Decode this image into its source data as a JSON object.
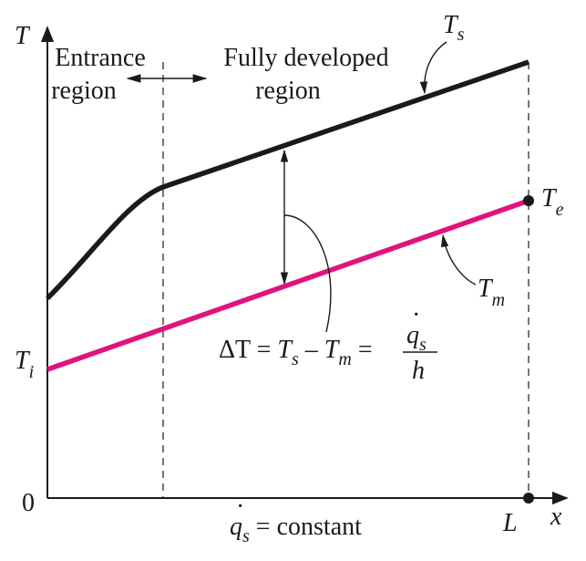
{
  "axes": {
    "y_label": "T",
    "x_label": "x",
    "origin_label": "0",
    "x_end_label": "L"
  },
  "regions": {
    "entrance_line1": "Entrance",
    "entrance_line2": "region",
    "developed_line1": "Fully developed",
    "developed_line2": "region"
  },
  "curves": {
    "surface": {
      "symbol": "T",
      "subscript": "s",
      "color": "#1a1a1a"
    },
    "mean": {
      "symbol": "T",
      "subscript": "m",
      "color": "#e0137d"
    }
  },
  "points": {
    "inlet": {
      "symbol": "T",
      "subscript": "i"
    },
    "exit": {
      "symbol": "T",
      "subscript": "e"
    }
  },
  "equation": {
    "lhs": "ΔT = ",
    "t_symbol": "T",
    "s_sub": "s",
    "minus": " – ",
    "m_sub": "m",
    "equals": " = ",
    "numerator": "q",
    "numerator_dot": "·",
    "numerator_sub": "s",
    "denominator": "h"
  },
  "condition": {
    "symbol": "q",
    "dot": "·",
    "subscript": "s",
    "rest": " = constant"
  }
}
